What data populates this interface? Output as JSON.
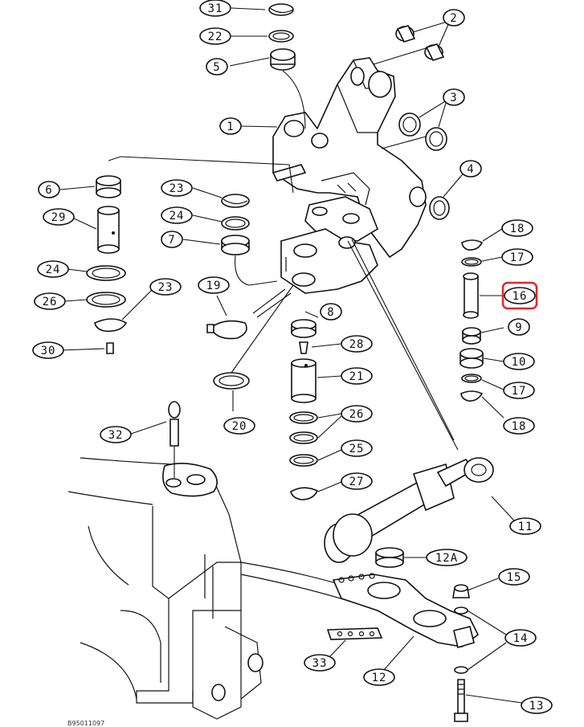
{
  "callouts": [
    {
      "id": "c31",
      "label": "31"
    },
    {
      "id": "c22",
      "label": "22"
    },
    {
      "id": "c5",
      "label": "5"
    },
    {
      "id": "c2",
      "label": "2"
    },
    {
      "id": "c3",
      "label": "3"
    },
    {
      "id": "c1",
      "label": "1"
    },
    {
      "id": "c4",
      "label": "4"
    },
    {
      "id": "c6",
      "label": "6"
    },
    {
      "id": "c23a",
      "label": "23"
    },
    {
      "id": "c29",
      "label": "29"
    },
    {
      "id": "c24a",
      "label": "24"
    },
    {
      "id": "c7",
      "label": "7"
    },
    {
      "id": "c24b",
      "label": "24"
    },
    {
      "id": "c26a",
      "label": "26"
    },
    {
      "id": "c23b",
      "label": "23"
    },
    {
      "id": "c19",
      "label": "19"
    },
    {
      "id": "c30",
      "label": "30"
    },
    {
      "id": "c8",
      "label": "8"
    },
    {
      "id": "c28",
      "label": "28"
    },
    {
      "id": "c21",
      "label": "21"
    },
    {
      "id": "c20",
      "label": "20"
    },
    {
      "id": "c26b",
      "label": "26"
    },
    {
      "id": "c25",
      "label": "25"
    },
    {
      "id": "c27",
      "label": "27"
    },
    {
      "id": "c32",
      "label": "32"
    },
    {
      "id": "c18a",
      "label": "18"
    },
    {
      "id": "c17a",
      "label": "17"
    },
    {
      "id": "c16",
      "label": "16",
      "highlighted": true
    },
    {
      "id": "c9",
      "label": "9"
    },
    {
      "id": "c10",
      "label": "10"
    },
    {
      "id": "c17b",
      "label": "17"
    },
    {
      "id": "c18b",
      "label": "18"
    },
    {
      "id": "c11",
      "label": "11"
    },
    {
      "id": "c12a",
      "label": "12A"
    },
    {
      "id": "c15",
      "label": "15"
    },
    {
      "id": "c14",
      "label": "14"
    },
    {
      "id": "c33",
      "label": "33"
    },
    {
      "id": "c12",
      "label": "12"
    },
    {
      "id": "c13",
      "label": "13"
    }
  ],
  "footer_code": "B95011097",
  "highlight_color": "#e0262b"
}
